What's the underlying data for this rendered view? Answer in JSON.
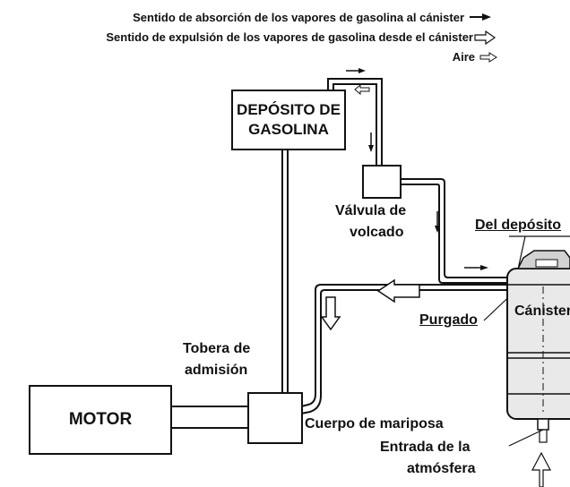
{
  "legend": {
    "absorption": "Sentido de absorción de los vapores de gasolina al cánister",
    "expulsion": "Sentido de expulsión de los vapores de gasolina desde el cánister",
    "air": "Aire"
  },
  "labels": {
    "tank_line1": "DEPÓSITO DE",
    "tank_line2": "GASOLINA",
    "rollover_line1": "Válvula de",
    "rollover_line2": "volcado",
    "from_tank": "Del depósito",
    "canister": "Cánister",
    "purge": "Purgado",
    "intake_line1": "Tobera de",
    "intake_line2": "admisión",
    "motor": "MOTOR",
    "throttle": "Cuerpo de mariposa",
    "atmosphere_line1": "Entrada de la",
    "atmosphere_line2": "atmósfera"
  },
  "colors": {
    "line": "#111111",
    "canister_body": "#e9e9e9"
  }
}
